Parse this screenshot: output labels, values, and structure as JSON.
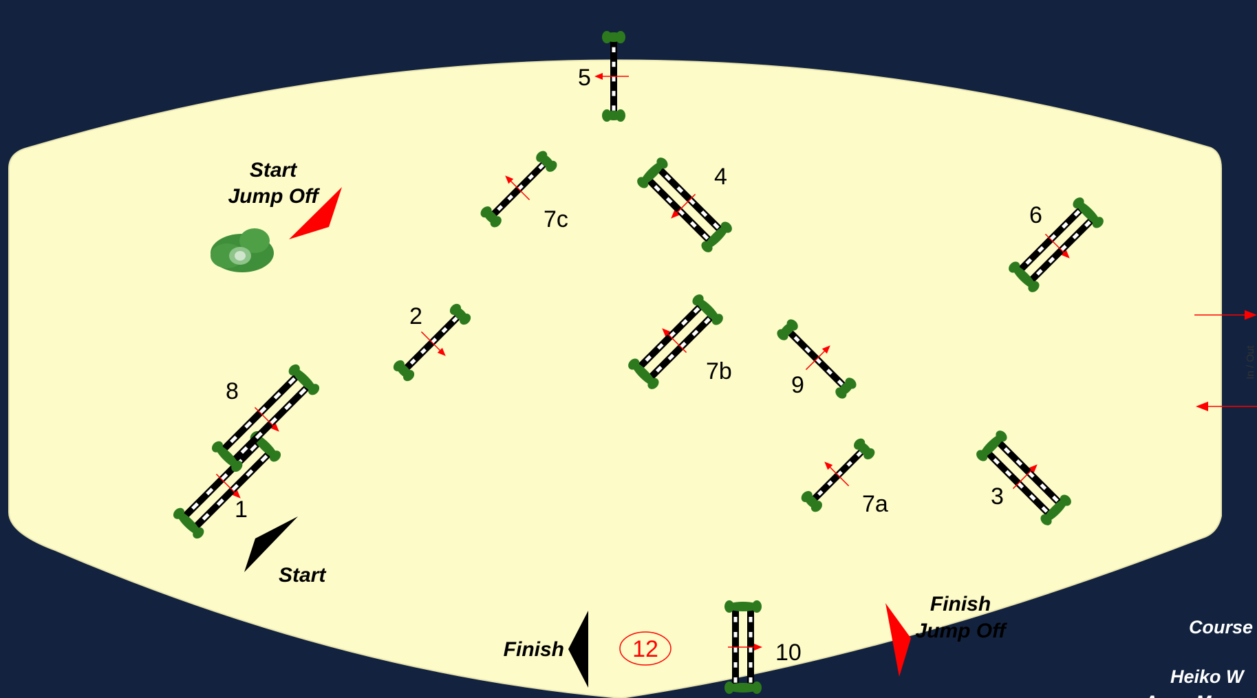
{
  "course": {
    "jumps": [
      {
        "label": "1",
        "kind": "oxer"
      },
      {
        "label": "2",
        "kind": "vertical"
      },
      {
        "label": "3",
        "kind": "oxer"
      },
      {
        "label": "4",
        "kind": "oxer"
      },
      {
        "label": "5",
        "kind": "vertical"
      },
      {
        "label": "6",
        "kind": "oxer"
      },
      {
        "label": "7a",
        "kind": "vertical"
      },
      {
        "label": "7b",
        "kind": "oxer"
      },
      {
        "label": "7c",
        "kind": "vertical"
      },
      {
        "label": "8",
        "kind": "oxer"
      },
      {
        "label": "9",
        "kind": "vertical"
      },
      {
        "label": "10",
        "kind": "oxer"
      }
    ],
    "markers": {
      "start": "Start",
      "start_jump_off_line1": "Start",
      "start_jump_off_line2": "Jump Off",
      "finish": "Finish",
      "finish_jump_off_line1": "Finish",
      "finish_jump_off_line2": "Jump Off"
    },
    "jump_off_number": "12",
    "gate_label": "In / Out",
    "credits": {
      "line1": "Course",
      "line2": "Heiko W",
      "line3": "Anne M"
    }
  },
  "colors": {
    "background": "#13233f",
    "arena": "#fdfbc8",
    "pole_black": "#000000",
    "wing_green": "#2d7a1e",
    "direction_red": "#ff0000",
    "start_flag": "#000000",
    "jump_off_flag": "#ff0000"
  }
}
